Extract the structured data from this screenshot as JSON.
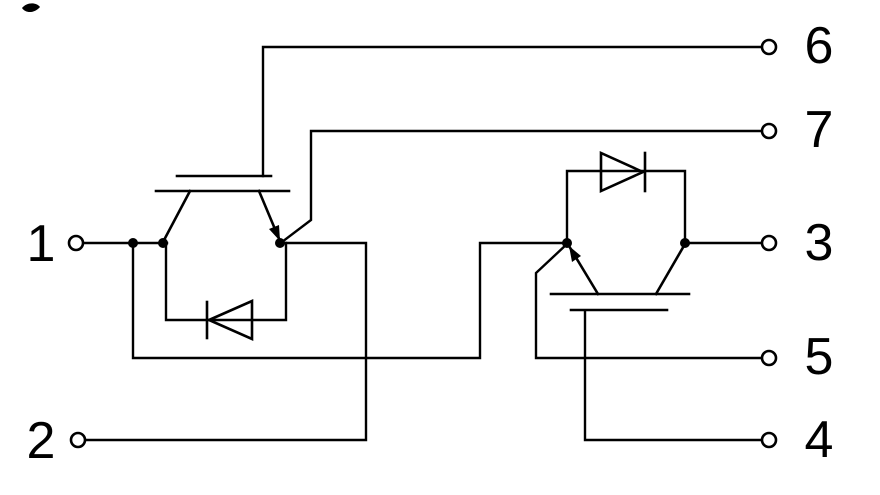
{
  "diagram": {
    "background": "#ffffff",
    "line_color": "#000000",
    "type": "igbt-half-bridge-module-schematic"
  },
  "pins": {
    "p1": {
      "label": "1"
    },
    "p2": {
      "label": "2"
    },
    "p3": {
      "label": "3"
    },
    "p4": {
      "label": "4"
    },
    "p5": {
      "label": "5"
    },
    "p6": {
      "label": "6"
    },
    "p7": {
      "label": "7"
    }
  },
  "components": {
    "igbt_left": "igbt-transistor",
    "igbt_right": "igbt-transistor",
    "diode_left": "freewheel-diode",
    "diode_right": "freewheel-diode",
    "terminal": "open-circle-terminal",
    "junction": "solder-dot-junction"
  }
}
